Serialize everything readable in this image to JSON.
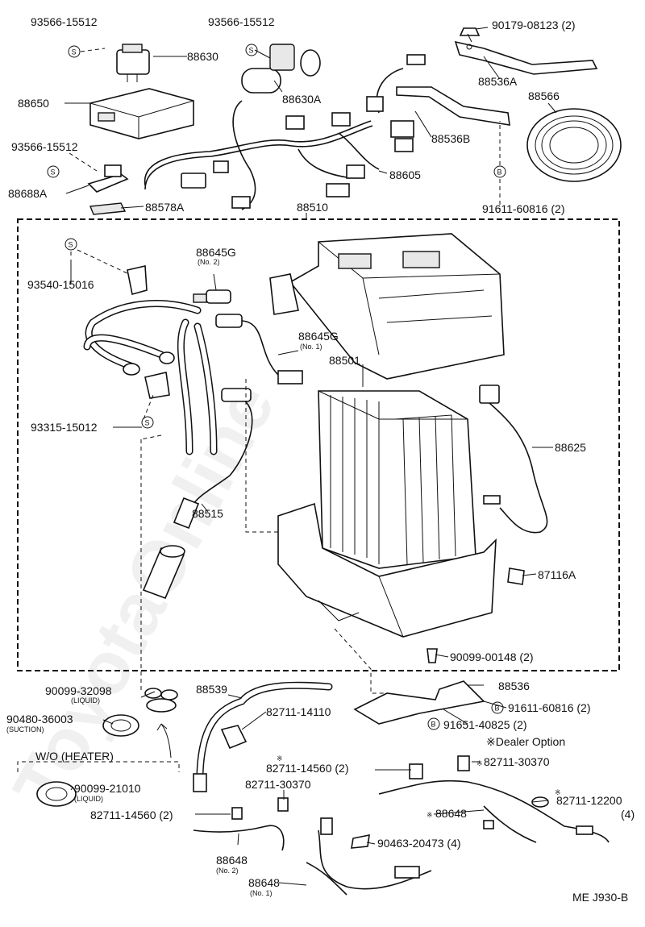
{
  "watermark": "ToyotaOnline",
  "diagram_code": "ME J930-B",
  "dealer_option_note": "※Dealer Option",
  "wo_heater_label": "W/O (HEATER)",
  "callouts": {
    "s1": "S",
    "s2": "S",
    "s3": "S",
    "s4": "S",
    "s5": "S",
    "b1": "B",
    "b2": "B",
    "b3": "B"
  },
  "labels": {
    "p93566_15512_a": "93566-15512",
    "p93566_15512_b": "93566-15512",
    "p90179_08123": "90179-08123 (2)",
    "p88630": "88630",
    "p88630A": "88630A",
    "p88650": "88650",
    "p88536A": "88536A",
    "p88566": "88566",
    "p93566_15512_c": "93566-15512",
    "p88536B": "88536B",
    "p88688A": "88688A",
    "p88605": "88605",
    "p88578A": "88578A",
    "p91611_60816_top": "91611-60816 (2)",
    "p88510": "88510",
    "p88645G_no2": "88645G",
    "p88645G_no2_sub": "(No. 2)",
    "p93540_15016": "93540-15016",
    "p88645G_no1": "88645G",
    "p88645G_no1_sub": "(No. 1)",
    "p88501": "88501",
    "p93315_15012": "93315-15012",
    "p88625": "88625",
    "p88515": "88515",
    "p87116A": "87116A",
    "p90099_00148": "90099-00148 (2)",
    "p90099_32098": "90099-32098",
    "p90099_32098_sub": "(LIQUID)",
    "p88539": "88539",
    "p88536": "88536",
    "p90480_36003": "90480-36003",
    "p90480_36003_sub": "(SUCTION)",
    "p82711_14110": "82711-14110",
    "p91611_60816_bottom": "91611-60816 (2)",
    "p91651_40825": "91651-40825 (2)",
    "p82711_14560_a": "82711-14560 (2)",
    "p82711_30370_a": "82711-30370",
    "p90099_21010": "90099-21010",
    "p90099_21010_sub": "(LIQUID)",
    "p82711_30370_b": "82711-30370",
    "p82711_12200": "82711-12200",
    "p82711_12200_qty": "(4)",
    "p88648_star": "88648",
    "p82711_14560_b": "82711-14560 (2)",
    "p90463_20473": "90463-20473 (4)",
    "p88648_no2": "88648",
    "p88648_no2_sub": "(No. 2)",
    "p88648_no1": "88648",
    "p88648_no1_sub": "(No. 1)"
  }
}
